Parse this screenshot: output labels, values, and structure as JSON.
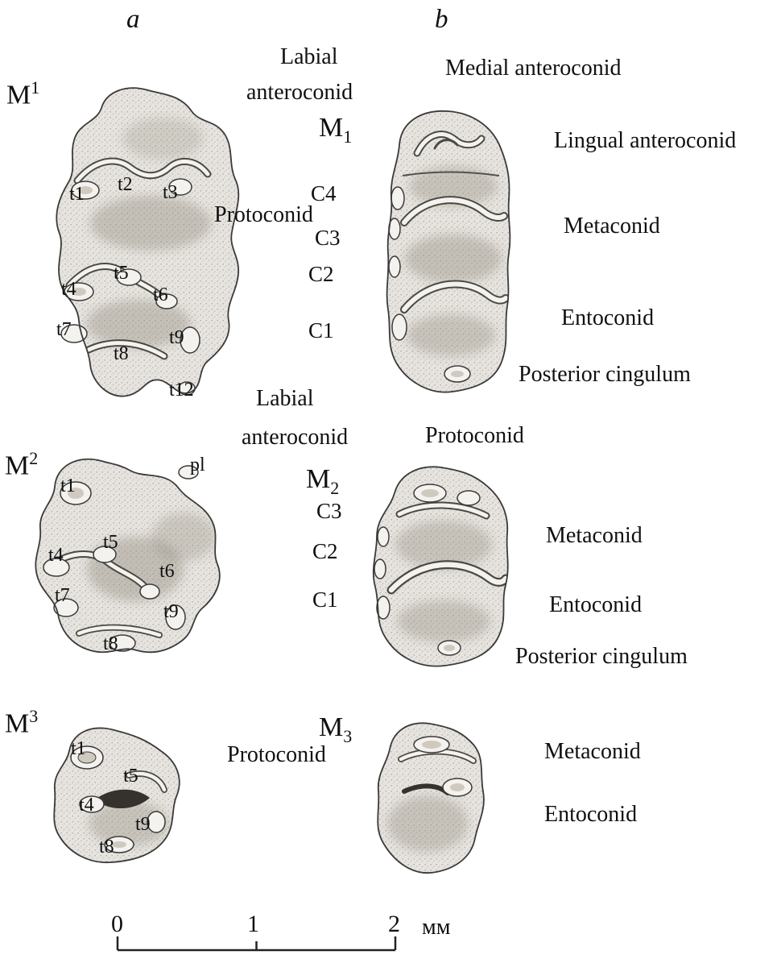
{
  "headers": {
    "a": "a",
    "b": "b"
  },
  "scale_bar": {
    "t0": "0",
    "t1": "1",
    "t2": "2",
    "unit": "мм"
  },
  "upper_m1": {
    "base": "M",
    "sup": "1",
    "cusps": {
      "t1": "t1",
      "t2": "t2",
      "t3": "t3",
      "t4": "t4",
      "t5": "t5",
      "t6": "t6",
      "t7": "t7",
      "t8": "t8",
      "t9": "t9",
      "t12": "t12"
    }
  },
  "upper_m2": {
    "base": "M",
    "sup": "2",
    "cusps": {
      "t1": "t1",
      "pl": "pl",
      "t4": "t4",
      "t5": "t5",
      "t6": "t6",
      "t7": "t7",
      "t8": "t8",
      "t9": "t9"
    }
  },
  "upper_m3": {
    "base": "M",
    "sup": "3",
    "cusps": {
      "t1": "t1",
      "t4": "t4",
      "t5": "t5",
      "t8": "t8",
      "t9": "t9"
    }
  },
  "lower_m1": {
    "base": "M",
    "sub": "1",
    "cuspules": {
      "c4": "C4",
      "c3": "C3",
      "c2": "C2",
      "c1": "C1"
    },
    "labels": {
      "labial_line1": "Labial",
      "labial_line2": "anteroconid",
      "medial": "Medial anteroconid",
      "lingual": "Lingual anteroconid",
      "protoconid": "Protoconid",
      "metaconid": "Metaconid",
      "entoconid": "Entoconid",
      "posterior_cingulum": "Posterior cingulum"
    }
  },
  "lower_m2": {
    "base": "M",
    "sub": "2",
    "cuspules": {
      "c3": "C3",
      "c2": "C2",
      "c1": "C1"
    },
    "labels": {
      "labial_line1": "Labial",
      "labial_line2": "anteroconid",
      "protoconid": "Protoconid",
      "metaconid": "Metaconid",
      "entoconid": "Entoconid",
      "posterior_cingulum": "Posterior cingulum"
    }
  },
  "lower_m3": {
    "base": "M",
    "sub": "3",
    "labels": {
      "protoconid": "Protoconid",
      "metaconid": "Metaconid",
      "entoconid": "Entoconid"
    }
  }
}
